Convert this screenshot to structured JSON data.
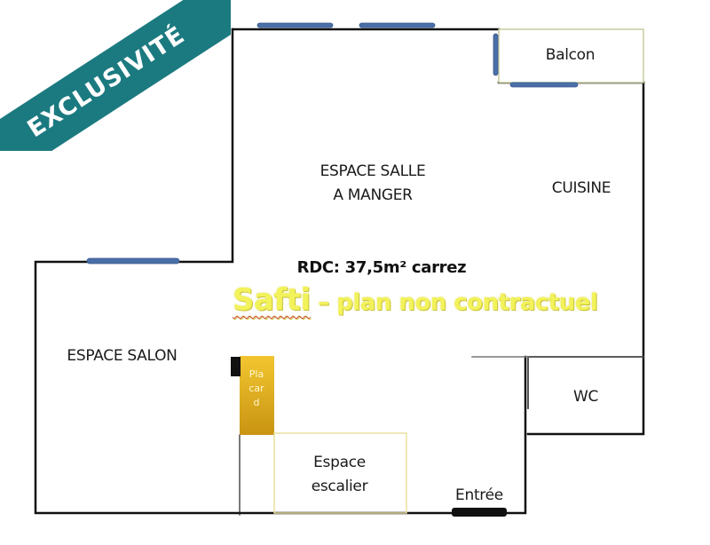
{
  "badge": {
    "label": "EXCLUSIVITÉ",
    "color": "#1b7a80"
  },
  "plan": {
    "title": "RDC: 37,5m² carrez",
    "watermark": {
      "brand": "Safti",
      "rest": " – plan non contractuel",
      "color": "#f2f25a"
    },
    "rooms": {
      "balcon": "Balcon",
      "salle_a_manger_line1": "ESPACE SALLE",
      "salle_a_manger_line2": "A MANGER",
      "cuisine": "CUISINE",
      "salon": "ESPACE SALON",
      "wc": "WC",
      "escalier_line1": "Espace",
      "escalier_line2": "escalier",
      "entree": "Entrée",
      "placard_line1": "Pla",
      "placard_line2": "car",
      "placard_line3": "d"
    },
    "colors": {
      "wall": "#111111",
      "window": "#4a6fa8",
      "placard": "#e6b422",
      "door": "#111111",
      "balcony_border": "#c8cca0",
      "stair_border": "#e8e0a0"
    }
  }
}
